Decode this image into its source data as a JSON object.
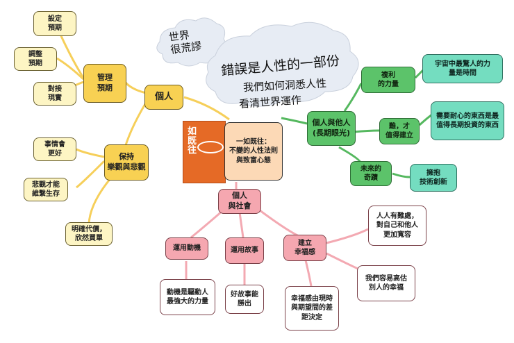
{
  "center": {
    "book_title": "如既往",
    "label": "一如既往：\n不變的人性法則\n與致富心態"
  },
  "handwriting": {
    "cloud1": "世界\n很荒謬",
    "line1": "錯誤是人性的一部份",
    "line2": "我們如何洞悉人性",
    "line3": "看清世界運作"
  },
  "branches": {
    "personal": {
      "label": "個人",
      "groups": [
        {
          "label": "管理\n預期",
          "children": [
            "設定\n預期",
            "調整\n預期",
            "對接\n現實"
          ]
        },
        {
          "label": "保持\n樂觀與悲觀",
          "children": [
            "事情會\n更好",
            "悲觀才能\n維繫生存",
            "明確代價，\n欣然買單"
          ]
        }
      ]
    },
    "others": {
      "label": "個人與他人\n(長期眼光)",
      "groups": [
        {
          "label": "複利\n的力量",
          "children": [
            "宇宙中最驚人的力\n量是時間"
          ]
        },
        {
          "label": "難，才\n值得建立",
          "children": [
            "需要耐心的東西是最\n值得長期投資的東西"
          ]
        },
        {
          "label": "未來的\n奇蹟",
          "children": [
            "擁抱\n技術創新"
          ]
        }
      ]
    },
    "society": {
      "label": "個人\n與社會",
      "groups": [
        {
          "label": "運用動機",
          "children": [
            "動機是驅動人\n最強大的力量"
          ]
        },
        {
          "label": "運用故事",
          "children": [
            "好故事能\n勝出"
          ]
        },
        {
          "label": "建立\n幸福感",
          "children": [
            "人人有難處，\n對自己和他人\n更加寬容",
            "我們容易高估\n別人的幸福",
            "幸福感由現時\n與期望間的差\n距決定"
          ]
        }
      ]
    }
  },
  "colors": {
    "yellow_line": "#f6cf5a",
    "green_line": "#55b85f",
    "pink_line": "#f3a9b2",
    "book_cover": "#e56a26"
  }
}
